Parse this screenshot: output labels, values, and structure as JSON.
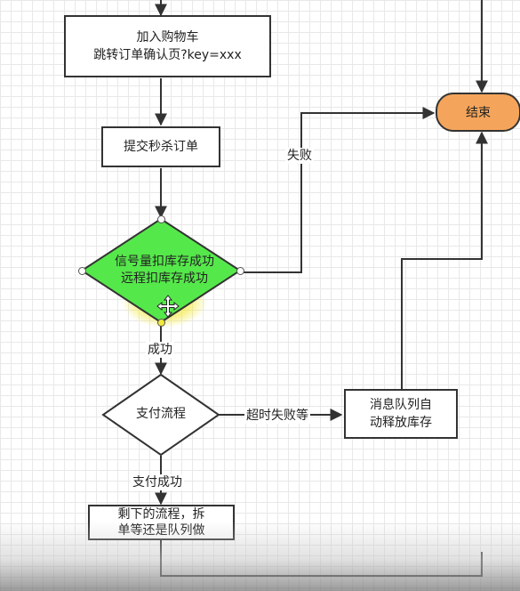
{
  "nodes": {
    "add_cart": {
      "line1": "加入购物车",
      "line2": "跳转订单确认页?key=xxx"
    },
    "submit_order": {
      "label": "提交秒杀订单"
    },
    "decision": {
      "line1": "信号量扣库存成功",
      "line2": "远程扣库存成功"
    },
    "end": {
      "label": "结束"
    },
    "payment": {
      "label": "支付流程"
    },
    "mq_release": {
      "line1": "消息队列自",
      "line2": "动释放库存"
    },
    "remaining": {
      "line1": "剩下的流程，拆",
      "line2": "单等还是队列做"
    }
  },
  "edge_labels": {
    "fail": "失败",
    "success": "成功",
    "timeout_fail": "超时失败等",
    "pay_success": "支付成功"
  },
  "colors": {
    "decision_fill": "#55e84a",
    "decision_glow": "#f2e93a",
    "end_fill": "#f5a55b",
    "line": "#333333"
  },
  "icons": {
    "move_cursor": "move-cursor-icon"
  }
}
